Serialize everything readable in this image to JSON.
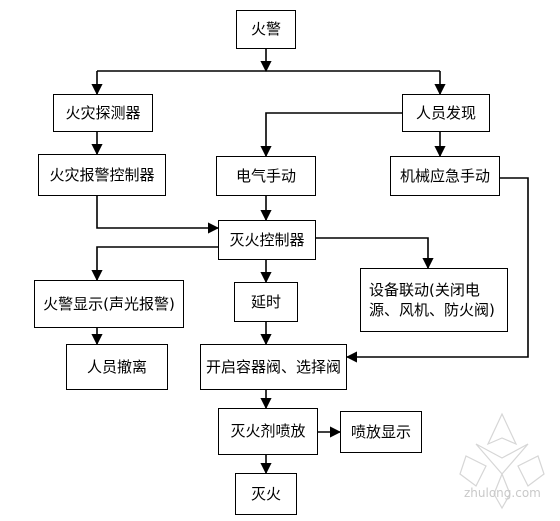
{
  "diagram": {
    "nodes": {
      "fire_alarm": "火警",
      "fire_detector": "火灾探测器",
      "person_found": "人员发现",
      "alarm_controller": "火灾报警控制器",
      "electric_manual": "电气手动",
      "mechanical_emergency": "机械应急手动",
      "extinguish_controller": "灭火控制器",
      "alarm_display": "火警显示(声光报警)",
      "delay": "延时",
      "equipment_linkage": "设备联动(关闭电\n源、风机、防火阀)",
      "evacuation": "人员撤离",
      "open_valves": "开启容器阀、选择阀",
      "agent_release": "灭火剂喷放",
      "release_display": "喷放显示",
      "extinguished": "灭火"
    }
  },
  "watermark": {
    "text": "zhulong.com",
    "color": "#c9c9c9"
  }
}
